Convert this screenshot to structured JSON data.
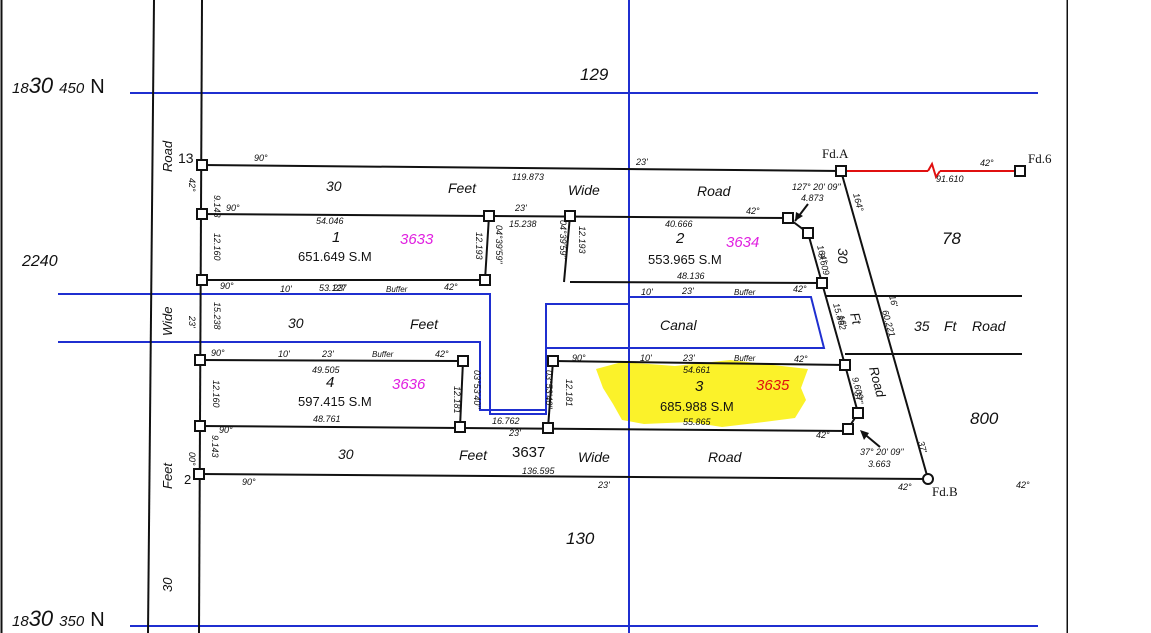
{
  "northings": {
    "top": {
      "prefix": "18",
      "big": "30",
      "small": "450",
      "dir": "N"
    },
    "bottom": {
      "prefix": "18",
      "big": "30",
      "small": "350",
      "dir": "N"
    }
  },
  "grid_numbers": {
    "n129": "129",
    "n130": "130",
    "n2240": "2240",
    "n78": "78",
    "n800": "800",
    "n13": "13",
    "n2": "2"
  },
  "streets": {
    "top_road": [
      "30",
      "Feet",
      "Wide",
      "Road"
    ],
    "bottom_road": [
      "30",
      "Feet",
      "Wide",
      "Road"
    ],
    "canal": [
      "30",
      "Feet",
      "Canal"
    ],
    "left_road_top": "Road",
    "left_road_mid": "Wide",
    "left_road_bottom": "Feet",
    "left_road_30": "30",
    "right_road": [
      "30",
      "Ft",
      "Road"
    ],
    "east_road": [
      "35",
      "Ft",
      "Road"
    ]
  },
  "parcels": [
    {
      "no": "1",
      "area": "651.649 S.M",
      "id": "3633"
    },
    {
      "no": "2",
      "area": "553.965 S.M",
      "id": "3634"
    },
    {
      "no": "4",
      "area": "597.415 S.M",
      "id": "3636"
    },
    {
      "no": "3",
      "area": "685.988 S.M",
      "id": "3635"
    }
  ],
  "plot_3637": "3637",
  "found": {
    "a": "Fd.A",
    "b": "Fd.B",
    "six": "Fd.6"
  },
  "dims": {
    "d119": "119.873",
    "d54": "54.046",
    "d53": "53.127",
    "d40": "40.666",
    "d48": "48.136",
    "d15_238a": "15.238",
    "d12_193a": "12.193",
    "d12_193b": "12.193",
    "d49": "49.505",
    "d48_761": "48.761",
    "d54_661": "54.661",
    "d55": "55.865",
    "d16": "16.762",
    "d136": "136.595",
    "d91": "91.610",
    "d4_873": "4.873",
    "d9_609a": "9.609",
    "d15_862": "15.862",
    "d60": "60.221",
    "d9_609b": "9.609",
    "d3_663": "3.663",
    "d9_143a": "9.143",
    "d12_160a": "12.160",
    "d15_238b": "15.238",
    "d12_160b": "12.160",
    "d9_143b": "9.143",
    "d12_181a": "12.181",
    "d12_181b": "12.181"
  },
  "angles": {
    "a90_1": "90°",
    "a23_1": "23'",
    "a90_2": "90°",
    "a23_2": "23'",
    "a42_1": "42°",
    "a127": "127° 20' 09\"",
    "a90_3": "90°",
    "a10_1": "10'",
    "a23_3": "23'",
    "a42_2": "42°",
    "a10_2": "10'",
    "a23_4": "23'",
    "a42_3": "42°",
    "a90_4": "90°",
    "a10_3": "10'",
    "a23_5": "23'",
    "a42_4": "42°",
    "a90_5": "90°",
    "a10_4": "10'",
    "a23_6": "23'",
    "a42_5": "42°",
    "a90_6": "90°",
    "a23_7": "23'",
    "a42_6": "42°",
    "a90_7": "90°",
    "a23_8": "23'",
    "a42_7": "42°",
    "a42_8": "42°",
    "a37": "37° 20' 09\"",
    "a164a": "164°",
    "a164b": "164°",
    "a16": "16'",
    "a16b": "16'",
    "a37b": "37\"",
    "a37c": "37'",
    "a00": "00°",
    "a23v": "23'",
    "a42v": "42°",
    "b04_1": "04°39'59\"",
    "b04_2": "04°39'59\"",
    "b03_1": "03°53'40\"",
    "b03_2": "03°53'40\""
  },
  "buffer": [
    "Buffer",
    "Buffer",
    "Buffer",
    "Buffer"
  ],
  "colors": {
    "blue_grid": "#1f2fd0",
    "highlight": "#fbf22a",
    "parcel_id": "#e020e0",
    "parcel_id_3635": "#e01010",
    "red_line": "#e01010"
  }
}
